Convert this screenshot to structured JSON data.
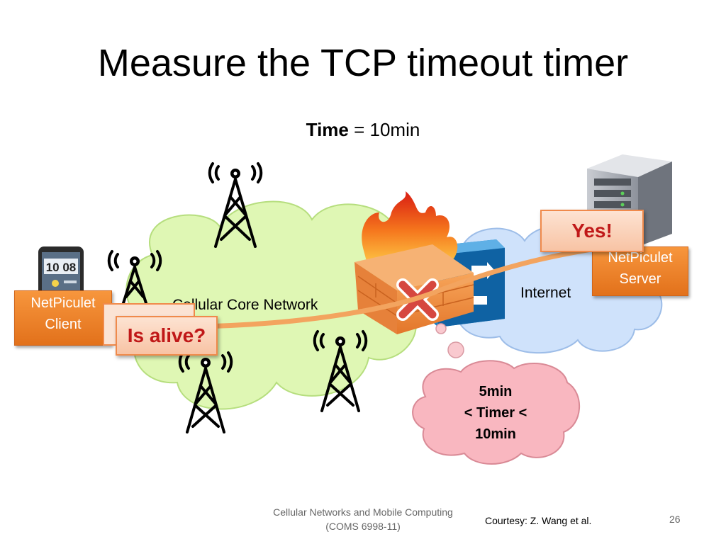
{
  "slide": {
    "title": "Measure the TCP timeout timer",
    "time_label": {
      "prefix": "Time",
      "suffix": "= 10min"
    }
  },
  "client": {
    "label_line1": "NetPiculet",
    "label_line2": "Client",
    "phone_clock": "10 08"
  },
  "server": {
    "label_line1": "NetPiculet",
    "label_line2": "Server"
  },
  "cloud_core": {
    "label": "Cellular Core Network"
  },
  "cloud_internet": {
    "label": "Internet"
  },
  "messages": {
    "probe": "Is alive?",
    "reply": "Yes!"
  },
  "thought": {
    "line1": "5min",
    "line2": "< Timer <",
    "line3": "10min"
  },
  "footer": {
    "course_line1": "Cellular Networks and Mobile Computing",
    "course_line2": "(COMS 6998-11)",
    "courtesy": "Courtesy: Z. Wang et al.",
    "page_number": "26"
  },
  "colors": {
    "core_cloud": "#dff7b4",
    "internet_cloud": "#cfe2fb",
    "thought_cloud": "#f9b7c0",
    "orange": "#f0862b",
    "reply_red": "#c01818"
  }
}
